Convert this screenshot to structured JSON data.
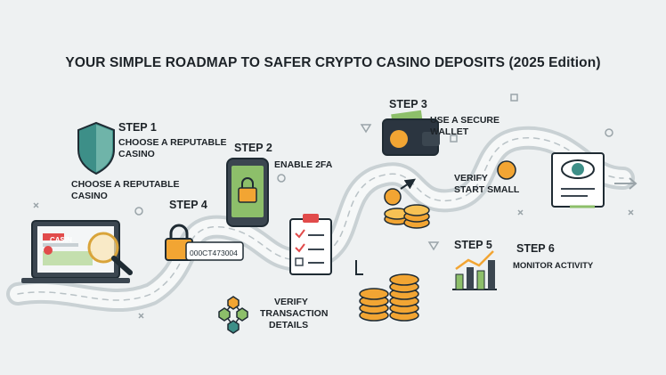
{
  "title": {
    "main": "YOUR SIMPLE ROADMAP TO SAFER CRYPTO CASINO DEPOSITS",
    "edition": "(2025 Edition)"
  },
  "steps": {
    "s1": {
      "label": "STEP 1",
      "text1": "CHOOSE A REPUTABLE",
      "text2": "CASINO"
    },
    "s1b": {
      "text1": "CHOOSE A REPUTABLE",
      "text2": "CASINO"
    },
    "s2": {
      "label": "STEP 2",
      "text": "ENABLE 2FA"
    },
    "s3": {
      "label": "STEP 3",
      "text1": "USE A SECURE",
      "text2": "WALLET"
    },
    "s4": {
      "label": "STEP 4",
      "code": "000CT473004"
    },
    "s5": {
      "label": "STEP 5"
    },
    "s6": {
      "label": "STEP 6",
      "text": "MONITOR ACTIVITY"
    },
    "verify_small": {
      "text1": "VERIFY",
      "text2": "START SMALL"
    },
    "verify_tx": {
      "text1": "VERIFY",
      "text2": "TRANSACTION",
      "text3": "DETAILS"
    }
  },
  "screen_text": "CASIN",
  "icons": [
    "shield-icon",
    "laptop-icon",
    "magnifier-icon",
    "phone-lock-icon",
    "padlock-icon",
    "wallet-icon",
    "coin-stack-icon",
    "checklist-icon",
    "chart-icon",
    "document-eye-icon",
    "network-icon",
    "arrow-icon"
  ],
  "colors": {
    "accent_green": "#8dbf6a",
    "coin_gold": "#f2a533",
    "shield_teal": "#3d8f88",
    "dark": "#2b3540"
  }
}
